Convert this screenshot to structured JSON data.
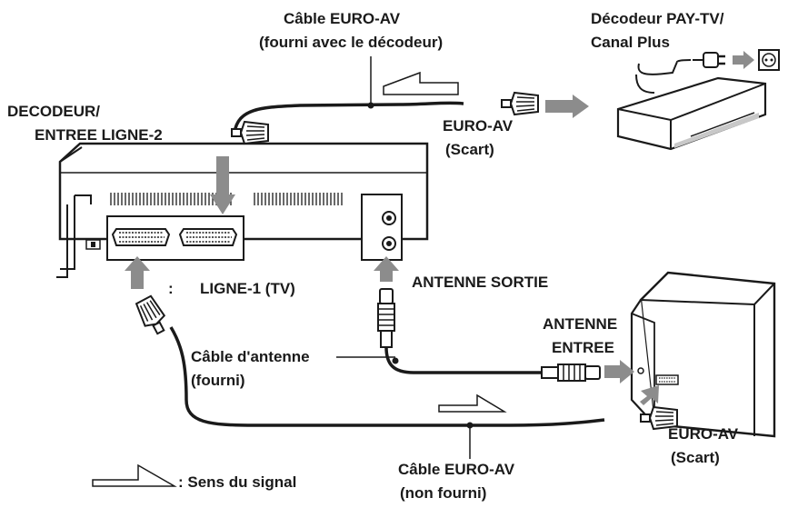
{
  "labels": {
    "cable_decoder_line1": "Câble EURO-AV",
    "cable_decoder_line2": "(fourni avec le décodeur)",
    "decoder_line1": "Décodeur PAY-TV/",
    "decoder_line2": "Canal Plus",
    "vcr_decoder_input_line1": "DECODEUR/",
    "vcr_decoder_input_line2": "ENTREE LIGNE-2",
    "decoder_scart_line1": "EURO-AV",
    "decoder_scart_line2": "(Scart)",
    "line1_colon": ":",
    "line1_tv": "LIGNE-1 (TV)",
    "antenna_out": "ANTENNE SORTIE",
    "antenna_in_line1": "ANTENNE",
    "antenna_in_line2": "ENTREE",
    "antenna_cable_line1": "Câble d'antenne",
    "antenna_cable_line2": "(fourni)",
    "tv_scart_line1": "EURO-AV",
    "tv_scart_line2": "(Scart)",
    "cable_tv_line1": "Câble EURO-AV",
    "cable_tv_line2": "(non fourni)",
    "legend": ": Sens du signal"
  },
  "colors": {
    "line": "#1a1a1a",
    "arrow": "#8c8c8c",
    "shading": "#c8c8c8",
    "background": "#ffffff"
  },
  "icons": [
    "scart-plug-icon",
    "power-plug-icon",
    "wall-socket-icon",
    "antenna-plug-icon",
    "signal-direction-icon"
  ]
}
